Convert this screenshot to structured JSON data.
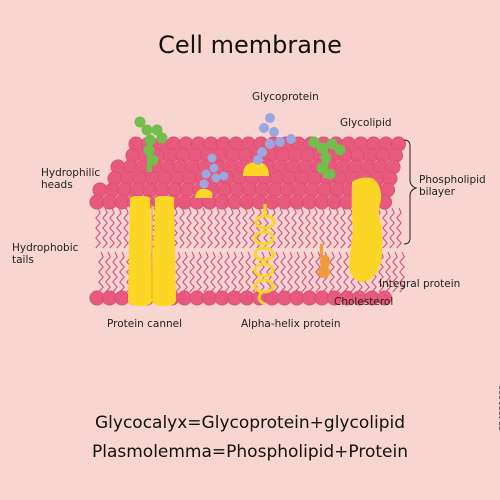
{
  "title": "Cell membrane",
  "labels": {
    "glycoprotein": "Glycoprotein",
    "glycolipid": "Glycolipid",
    "hydrophilic_heads": [
      "Hydrophilic",
      "heads"
    ],
    "hydrophobic_tails": [
      "Hydrophobic",
      "tails"
    ],
    "phospholipid_bilayer": [
      "Phospholipid",
      "bilayer"
    ],
    "integral_protein": "Integral protein",
    "cholesterol": "Cholesterol",
    "protein_channel": "Protein cannel",
    "alpha_helix": "Alpha-helix protein"
  },
  "formulas": {
    "glycocalyx": "Glycocalyx=Glycoprotein+glycolipid",
    "plasmolemma": "Plasmolemma=Phospholipid+Protein"
  },
  "watermark": "724551680",
  "colors": {
    "background": "#f8d5d0",
    "head": "#e8597e",
    "tail": "#d6457a",
    "protein": "#fbd627",
    "glycolipid_sugar": "#72be4d",
    "glycoprotein_sugar": "#9aa8e0",
    "cholesterol": "#f39a3b"
  }
}
